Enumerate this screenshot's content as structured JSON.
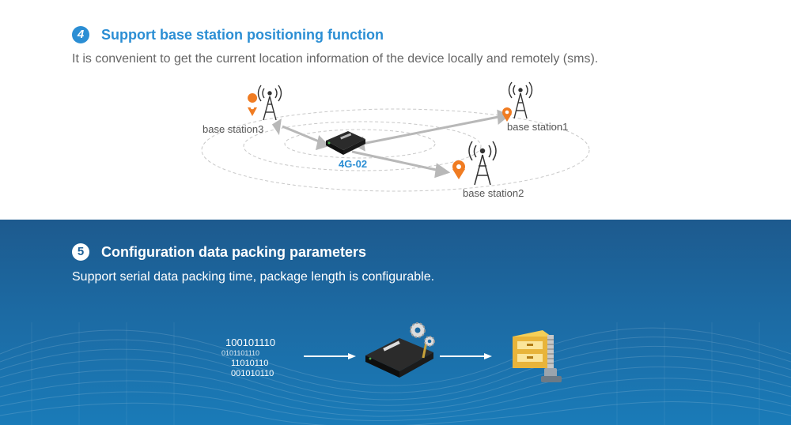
{
  "section4": {
    "number": "4",
    "title": "Support base station positioning function",
    "description": "It is convenient to get the current location information of the device locally and remotely (sms).",
    "base_station1": "base station1",
    "base_station2": "base station2",
    "base_station3": "base station3",
    "device_label": "4G-02"
  },
  "section5": {
    "number": "5",
    "title": "Configuration data packing parameters",
    "description": "Support serial data packing time, package length is configurable.",
    "binary_lines": [
      "100101110",
      "0101101110",
      "11010110",
      "001010110"
    ]
  },
  "colors": {
    "accent_blue": "#2b8ed4",
    "pin_orange": "#f07c22",
    "panel_blue": "#1c6aa3"
  }
}
